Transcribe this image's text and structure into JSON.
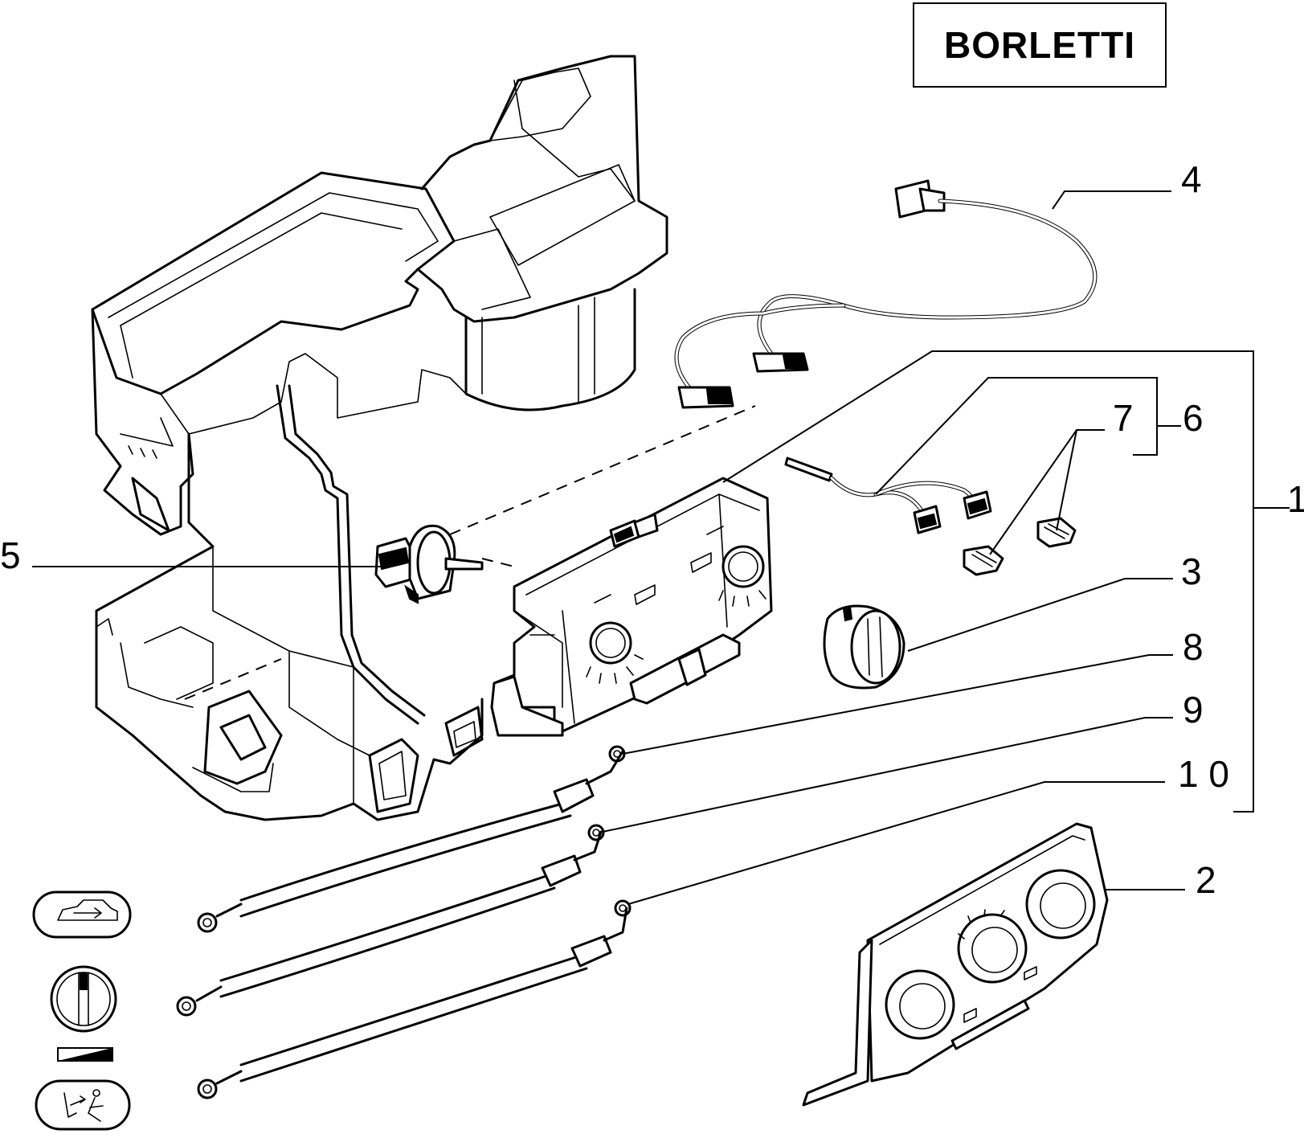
{
  "brand": {
    "label": "BORLETTI"
  },
  "callouts": {
    "c1": "1",
    "c2": "2",
    "c3": "3",
    "c4": "4",
    "c5": "5",
    "c6": "6",
    "c7": "7",
    "c8": "8",
    "c9": "9",
    "c10": "1 0"
  },
  "legend_icons": [
    "car-recirculation-icon",
    "temperature-knob-icon",
    "fan-speed-ramp-icon",
    "air-distribution-icon"
  ],
  "colors": {
    "line": "#000000",
    "background": "#ffffff"
  }
}
